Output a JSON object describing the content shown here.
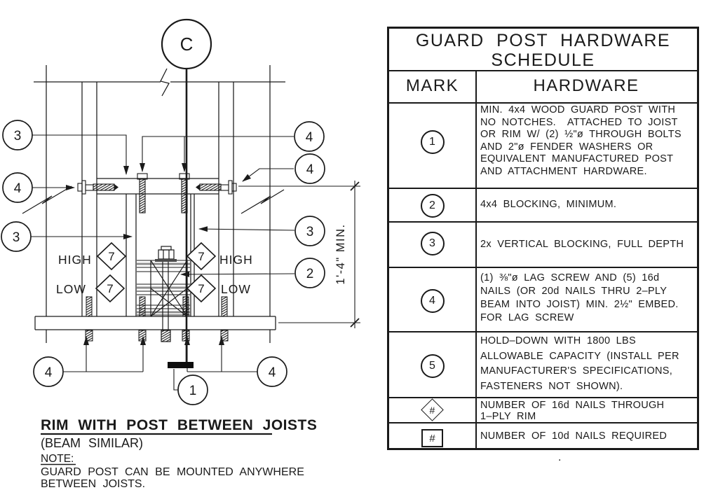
{
  "drawing": {
    "section_marker": "C",
    "dimension": "1'-4\" MIN.",
    "labels": {
      "high": "HIGH",
      "low": "LOW"
    },
    "callouts": {
      "guard_post": "1",
      "blocking": "2",
      "vertical_blocking": "3",
      "lag_screw": "4",
      "nail_count": "7"
    },
    "title": "RIM WITH POST BETWEEN JOISTS",
    "subtitle": "(BEAM SIMILAR)",
    "note_label": "NOTE:",
    "note_lines": [
      "GUARD POST CAN BE MOUNTED ANYWHERE",
      "BETWEEN JOISTS."
    ]
  },
  "schedule": {
    "title": [
      "GUARD POST HARDWARE",
      "SCHEDULE"
    ],
    "columns": [
      "MARK",
      "HARDWARE"
    ],
    "rows": [
      {
        "mark": "1",
        "lines": [
          "MIN. 4x4 WOOD GUARD POST WITH",
          "NO NOTCHES.  ATTACHED TO JOIST",
          "OR RIM W/ (2) ½\"ø THROUGH BOLTS",
          "AND 2\"ø FENDER WASHERS OR",
          "EQUIVALENT MANUFACTURED POST",
          "AND ATTACHMENT HARDWARE."
        ]
      },
      {
        "mark": "2",
        "lines": [
          "4x4 BLOCKING, MINIMUM."
        ]
      },
      {
        "mark": "3",
        "lines": [
          "2x VERTICAL BLOCKING, FULL DEPTH"
        ]
      },
      {
        "mark": "4",
        "lines": [
          "(1) ⅜\"ø LAG SCREW AND (5) 16d",
          "NAILS (OR 20d NAILS THRU 2–PLY",
          "BEAM INTO JOIST) MIN. 2½\" EMBED.",
          "FOR LAG SCREW"
        ]
      },
      {
        "mark": "5",
        "lines": [
          "HOLD–DOWN WITH 1800 LBS",
          "ALLOWABLE CAPACITY (INSTALL PER",
          "MANUFACTURER'S SPECIFICATIONS,",
          "FASTENERS NOT SHOWN)."
        ]
      },
      {
        "mark": "#",
        "lines": [
          "NUMBER OF 16d NAILS THROUGH",
          "1–PLY RIM"
        ]
      },
      {
        "mark": "#",
        "lines": [
          "NUMBER OF 10d NAILS REQUIRED"
        ]
      }
    ],
    "stray_dot": "."
  },
  "colors": {
    "line": "#1a1a1a",
    "gray_laminate": "#8f8f8f",
    "bar": "#0d0d0d"
  }
}
